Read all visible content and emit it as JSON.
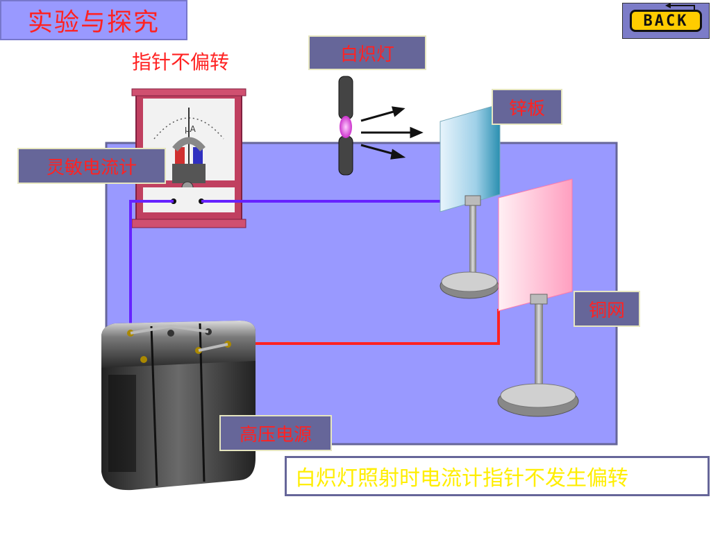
{
  "title": "实验与探究",
  "back_button": {
    "label": "BACK",
    "icon": "back-arrow-icon"
  },
  "labels": {
    "pointer_status": "指针不偏转",
    "lamp": "白炽灯",
    "zinc_plate": "锌板",
    "galvanometer": "灵敏电流计",
    "copper_mesh": "铜网",
    "power_supply": "高压电源"
  },
  "caption": "白炽灯照射时电流计指针不发生偏转",
  "colors": {
    "panel": "#9999ff",
    "wire_blue": "#6622ff",
    "wire_red": "#ff2222",
    "label_text": "#ff2222",
    "caption_text": "#ffee00"
  }
}
